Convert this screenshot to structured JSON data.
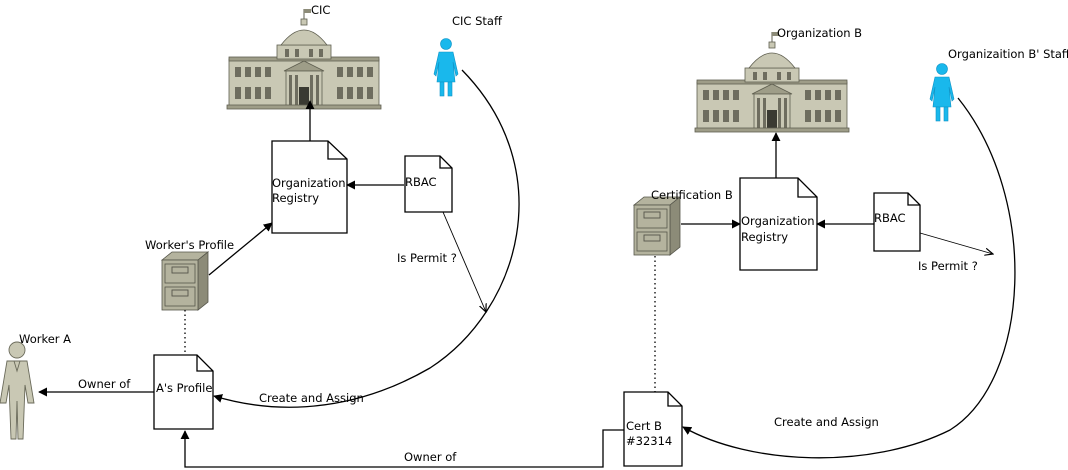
{
  "nodes": {
    "cic": "CIC",
    "cic_staff": "CIC Staff",
    "org_registry_a": [
      "Organization",
      "Registry"
    ],
    "rbac_a": "RBAC",
    "workers_profile": "Worker's Profile",
    "worker_a": "Worker A",
    "a_profile": "A's Profile",
    "org_b": "Organization B",
    "org_b_staff": "Organizaition B' Staff",
    "certification_b": "Certification B",
    "org_registry_b": [
      "Organization",
      "Registry"
    ],
    "rbac_b": "RBAC",
    "cert_b": [
      "Cert B",
      "#32314"
    ]
  },
  "edges": {
    "is_permit_a": "Is Permit ?",
    "create_assign_a": "Create and Assign",
    "owner_of_a": "Owner of",
    "is_permit_b": "Is Permit ?",
    "create_assign_b": "Create and Assign",
    "owner_of_b": "Owner of"
  },
  "colors": {
    "building": "#c9c8b4",
    "staff": "#19b8ec",
    "cabinet": "#b4b39e",
    "worker": "#c9c8b4"
  },
  "icons": [
    "government-building-icon",
    "staff-person-icon",
    "file-cabinet-icon",
    "worker-person-icon",
    "document-icon"
  ]
}
